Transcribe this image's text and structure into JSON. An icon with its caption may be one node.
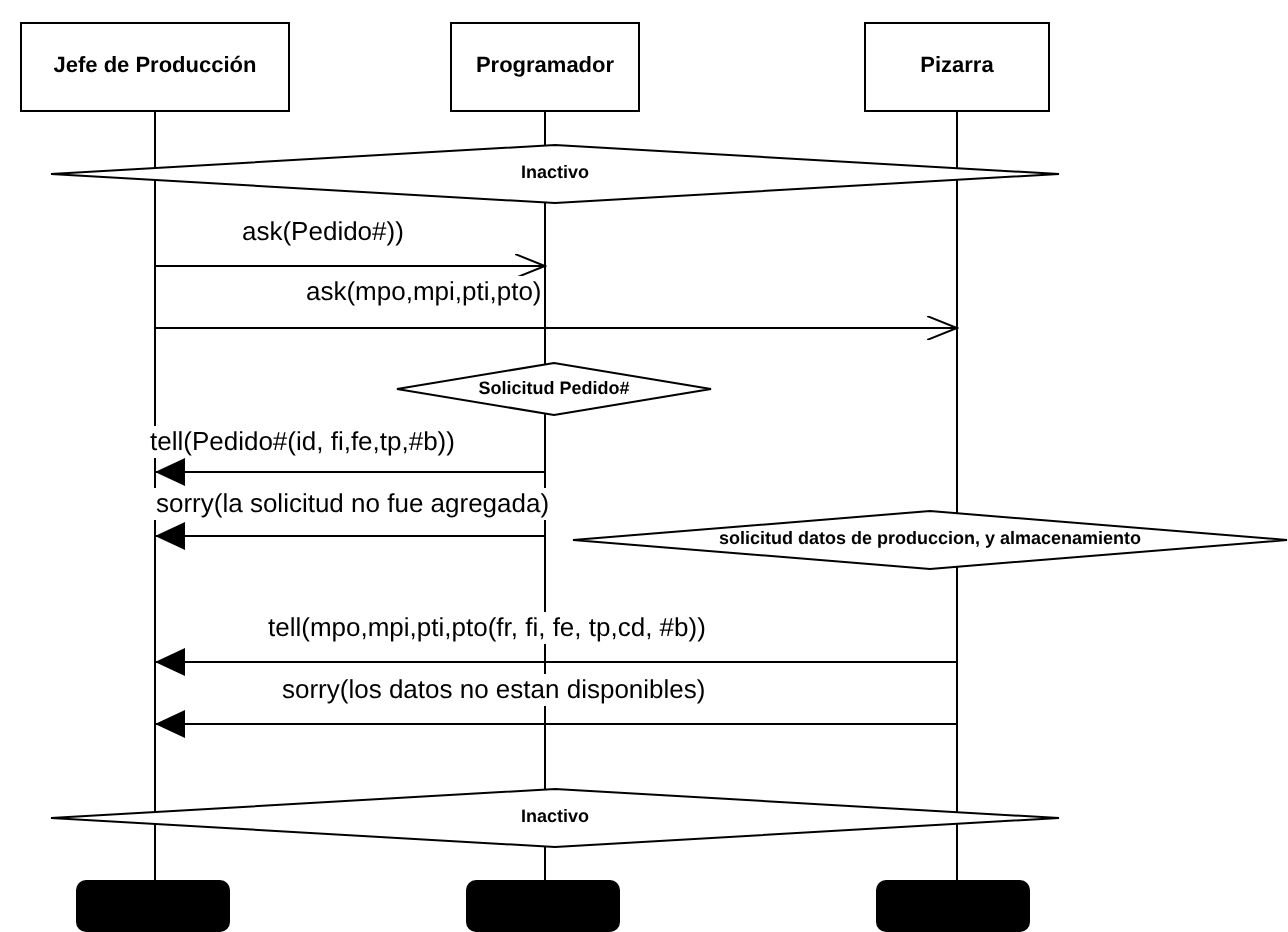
{
  "diagram": {
    "nodes": [
      {
        "text": [
          "Jefe de Producción"
        ]
      },
      {
        "text": [
          "Programador"
        ]
      },
      {
        "text": [
          "Pizarra"
        ]
      },
      {
        "text": [
          "Inactivo"
        ]
      },
      {
        "text": [
          "Solicitud Pedido#"
        ]
      },
      {
        "text": [
          "solicitud datos de produccion, y almacenamiento"
        ]
      },
      {
        "text": [
          "Inactivo"
        ]
      },
      {
        "text": [],
        "shape": "box"
      },
      {
        "text": [],
        "shape": "box"
      },
      {
        "text": [],
        "shape": "box"
      },
      {
        "text": [],
        "shape": "bar"
      },
      {
        "text": [],
        "shape": "bar"
      },
      {
        "text": [],
        "shape": "bar"
      }
    ],
    "edges": [
      {
        "from": 10,
        "to": 11,
        "arrow": "to",
        "label": "ask(Pedido#))"
      },
      {
        "from": 10,
        "to": 12,
        "arrow": "to",
        "label": "ask(mpo,mpi,pti,pto)"
      },
      {
        "from": 11,
        "to": 10,
        "arrow": "to",
        "label": "tell(Pedido#(id, fi,fe,tp,#b))"
      },
      {
        "from": 11,
        "to": 10,
        "arrow": "to",
        "label": "sorry(la solicitud no fue agregada)"
      },
      {
        "from": 12,
        "to": 10,
        "arrow": "to",
        "label": "tell(mpo,mpi,pti,pto(fr, fi, fe, tp,cd, #b))"
      },
      {
        "from": 12,
        "to": 10,
        "arrow": "to",
        "label": "sorry(los datos no estan disponibles)"
      }
    ]
  }
}
